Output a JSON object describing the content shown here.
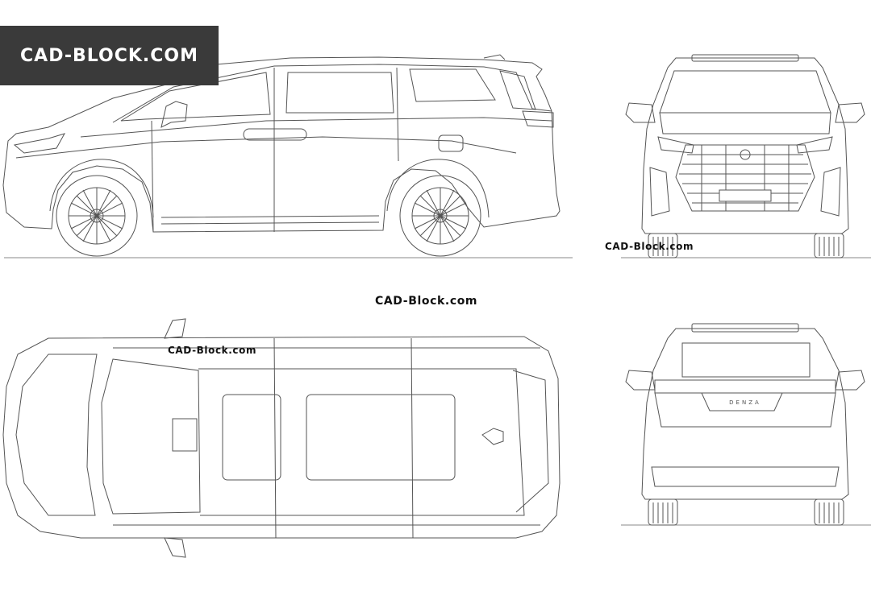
{
  "branding": {
    "logo_text": "CAD-BLOCK.COM",
    "watermark_center": "CAD-Block.com",
    "watermark_front": "CAD-Block.com",
    "watermark_top": "CAD-Block.com",
    "rear_badge": "DENZA"
  },
  "views": [
    "side-view",
    "front-view",
    "top-view",
    "rear-view"
  ],
  "colors": {
    "line": "#555555",
    "logo_background": "#3a3a3a",
    "logo_text": "#ffffff",
    "background": "#ffffff"
  }
}
